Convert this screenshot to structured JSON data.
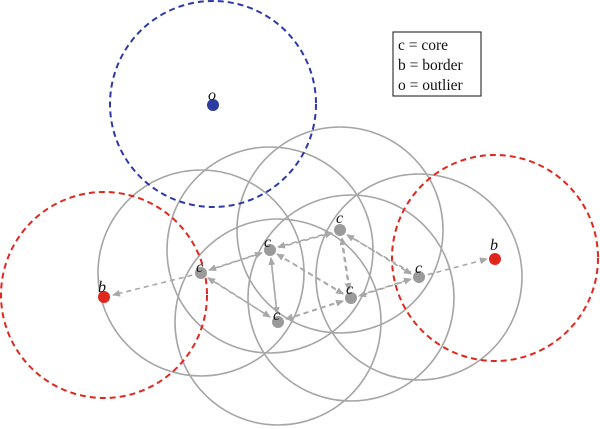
{
  "legend": {
    "entries": [
      "c = core",
      "b = border",
      "o = outlier"
    ]
  },
  "point_labels": {
    "core": "c",
    "border": "b",
    "outlier": "o"
  },
  "colors": {
    "core": "#9a9a9a",
    "border": "#e0271d",
    "outlier": "#2b3d9e",
    "core_ring": "#a6a6a6",
    "border_ring": "#e0271d",
    "outlier_ring": "#2b3aa8",
    "arrow": "#a8a8a8"
  }
}
